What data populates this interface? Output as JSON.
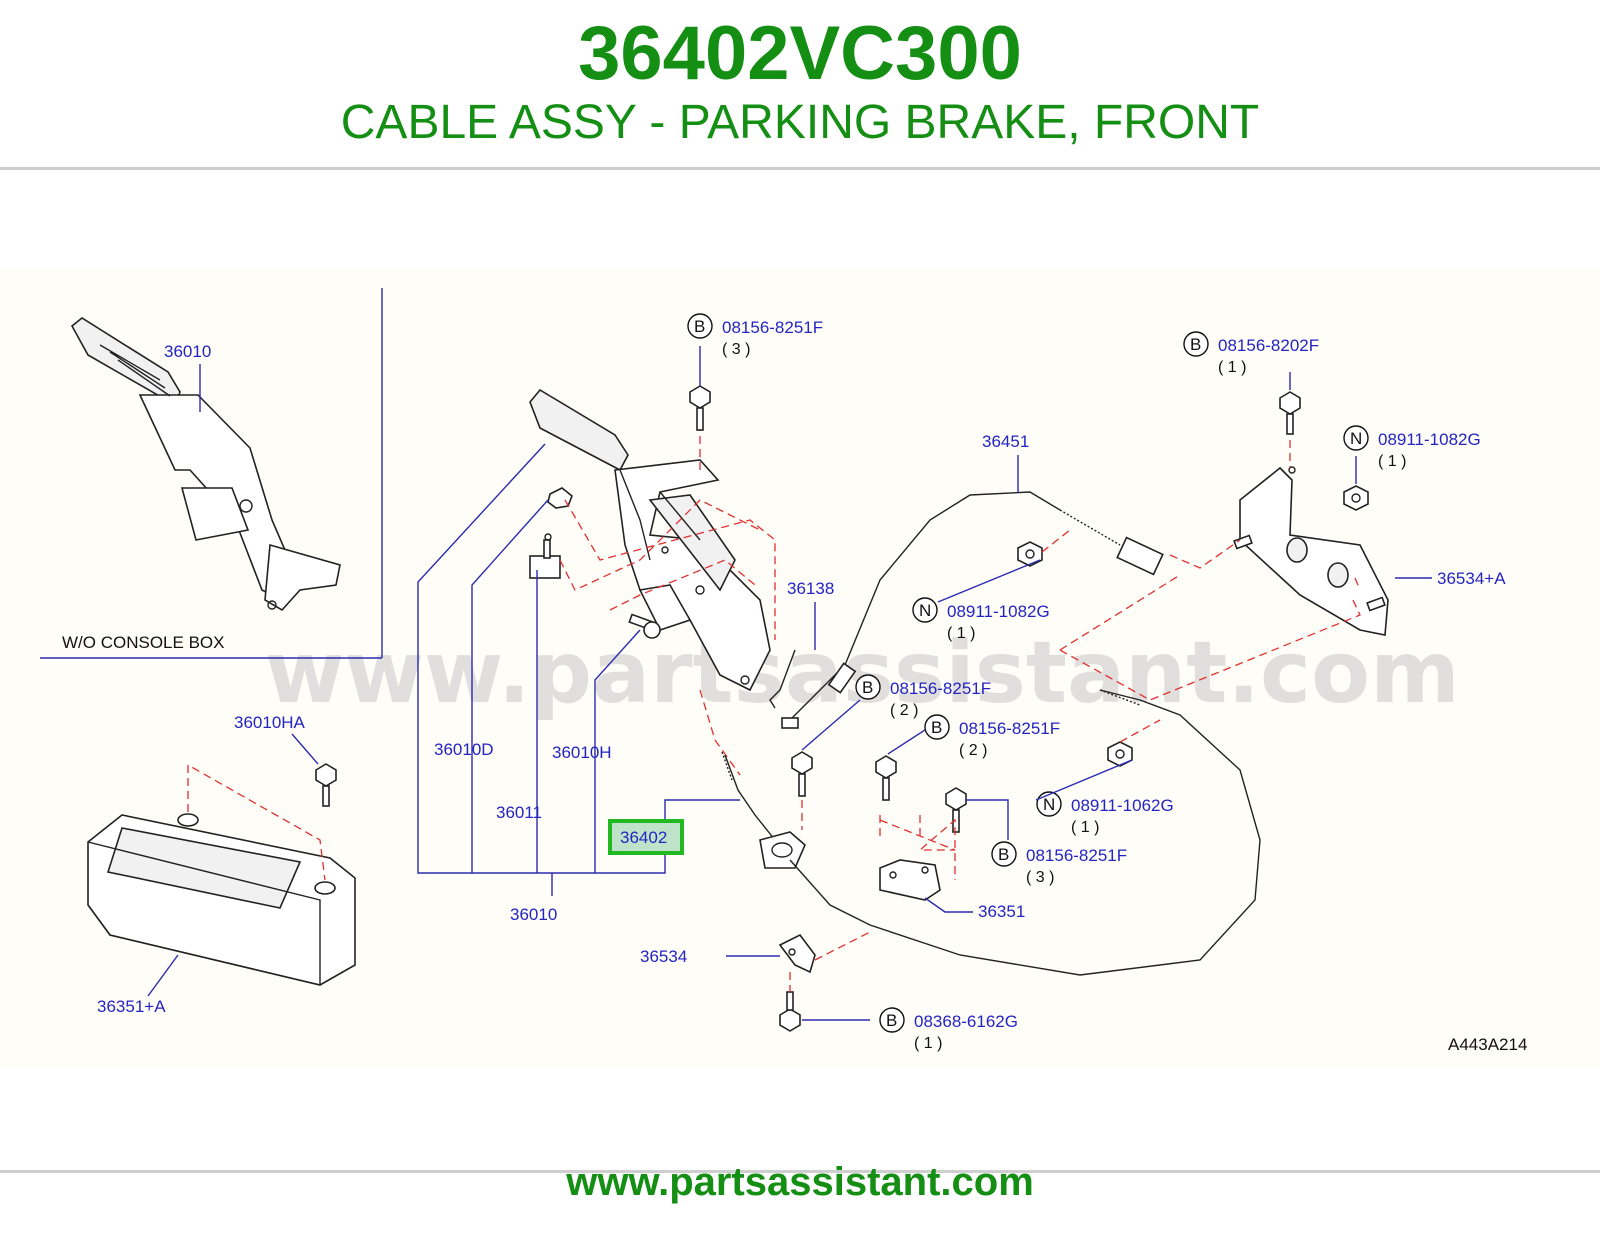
{
  "header": {
    "part_number": "36402VC300",
    "description": "CABLE ASSY - PARKING BRAKE, FRONT"
  },
  "diagram": {
    "watermark": "www.partsassistant.com",
    "inset_caption": "W/O  CONSOLE  BOX",
    "drawing_code": "A443A214",
    "highlighted_part": "36402",
    "labels": {
      "p36010_inset": "36010",
      "p36010HA": "36010HA",
      "p36010D": "36010D",
      "p36011": "36011",
      "p36010H": "36010H",
      "p36010": "36010",
      "p36351A": "36351+A",
      "p36534": "36534",
      "p36351": "36351",
      "p36138": "36138",
      "p36451": "36451",
      "p36534A": "36534+A"
    },
    "fasteners": [
      {
        "id": "f1",
        "prefix": "B",
        "number": "08156-8251F",
        "qty": "( 3 )"
      },
      {
        "id": "f2",
        "prefix": "B",
        "number": "08156-8202F",
        "qty": "( 1 )"
      },
      {
        "id": "f3",
        "prefix": "N",
        "number": "08911-1082G",
        "qty": "( 1 )"
      },
      {
        "id": "f4",
        "prefix": "N",
        "number": "08911-1082G",
        "qty": "( 1 )"
      },
      {
        "id": "f5",
        "prefix": "B",
        "number": "08156-8251F",
        "qty": "( 2 )"
      },
      {
        "id": "f6",
        "prefix": "B",
        "number": "08156-8251F",
        "qty": "( 2 )"
      },
      {
        "id": "f7",
        "prefix": "N",
        "number": "08911-1062G",
        "qty": "( 1 )"
      },
      {
        "id": "f8",
        "prefix": "B",
        "number": "08156-8251F",
        "qty": "( 3 )"
      },
      {
        "id": "f9",
        "prefix": "B",
        "number": "08368-6162G",
        "qty": "( 1 )"
      }
    ],
    "colors": {
      "title_green": "#148f14",
      "label_blue": "#2424c4",
      "dash_red": "#e03030",
      "highlight_green": "#22b822",
      "highlight_fill": "#bfe3c9"
    }
  },
  "footer": {
    "url": "www.partsassistant.com"
  }
}
